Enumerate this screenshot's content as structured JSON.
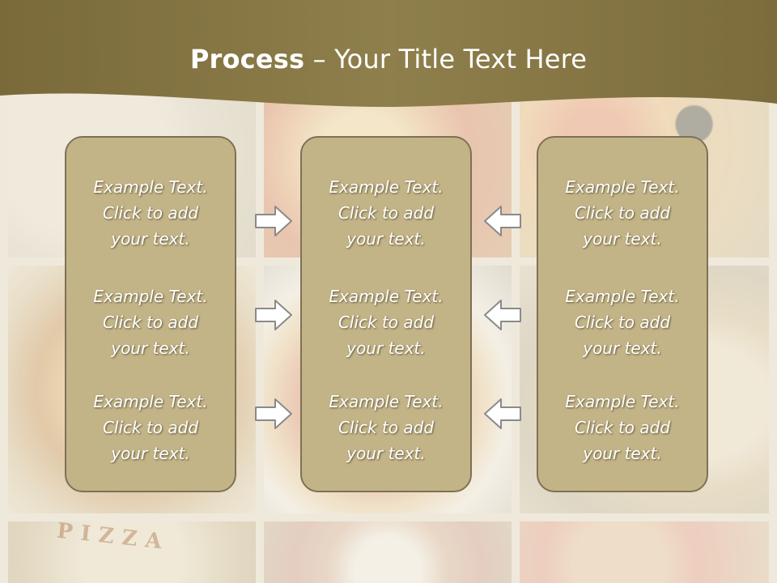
{
  "slide": {
    "title_bold": "Process",
    "title_rest": " – Your Title Text Here",
    "background_text": "PIZZA"
  },
  "colors": {
    "header_band": "#8a7a48",
    "box_fill": "#c3b487",
    "box_border": "#7d7157",
    "text": "#ffffff",
    "arrow_fill": "#ffffff",
    "arrow_stroke": "#8a8a8a"
  },
  "columns": [
    {
      "items": [
        {
          "line1": "Example Text.",
          "line2": "Click  to add",
          "line3": "your text."
        },
        {
          "line1": "Example Text.",
          "line2": "Click  to add",
          "line3": "your text."
        },
        {
          "line1": "Example Text.",
          "line2": "Click  to add",
          "line3": "your text."
        }
      ]
    },
    {
      "items": [
        {
          "line1": "Example Text.",
          "line2": "Click  to add",
          "line3": "your text."
        },
        {
          "line1": "Example Text.",
          "line2": "Click  to add",
          "line3": "your text."
        },
        {
          "line1": "Example Text.",
          "line2": "Click  to add",
          "line3": "your text."
        }
      ]
    },
    {
      "items": [
        {
          "line1": "Example Text.",
          "line2": "Click  to add",
          "line3": "your text."
        },
        {
          "line1": "Example Text.",
          "line2": "Click  to add",
          "line3": "your text."
        },
        {
          "line1": "Example Text.",
          "line2": "Click  to add",
          "line3": "your text."
        }
      ]
    }
  ],
  "arrows": {
    "left_group": "right-arrow-icon",
    "right_group": "left-arrow-icon"
  }
}
